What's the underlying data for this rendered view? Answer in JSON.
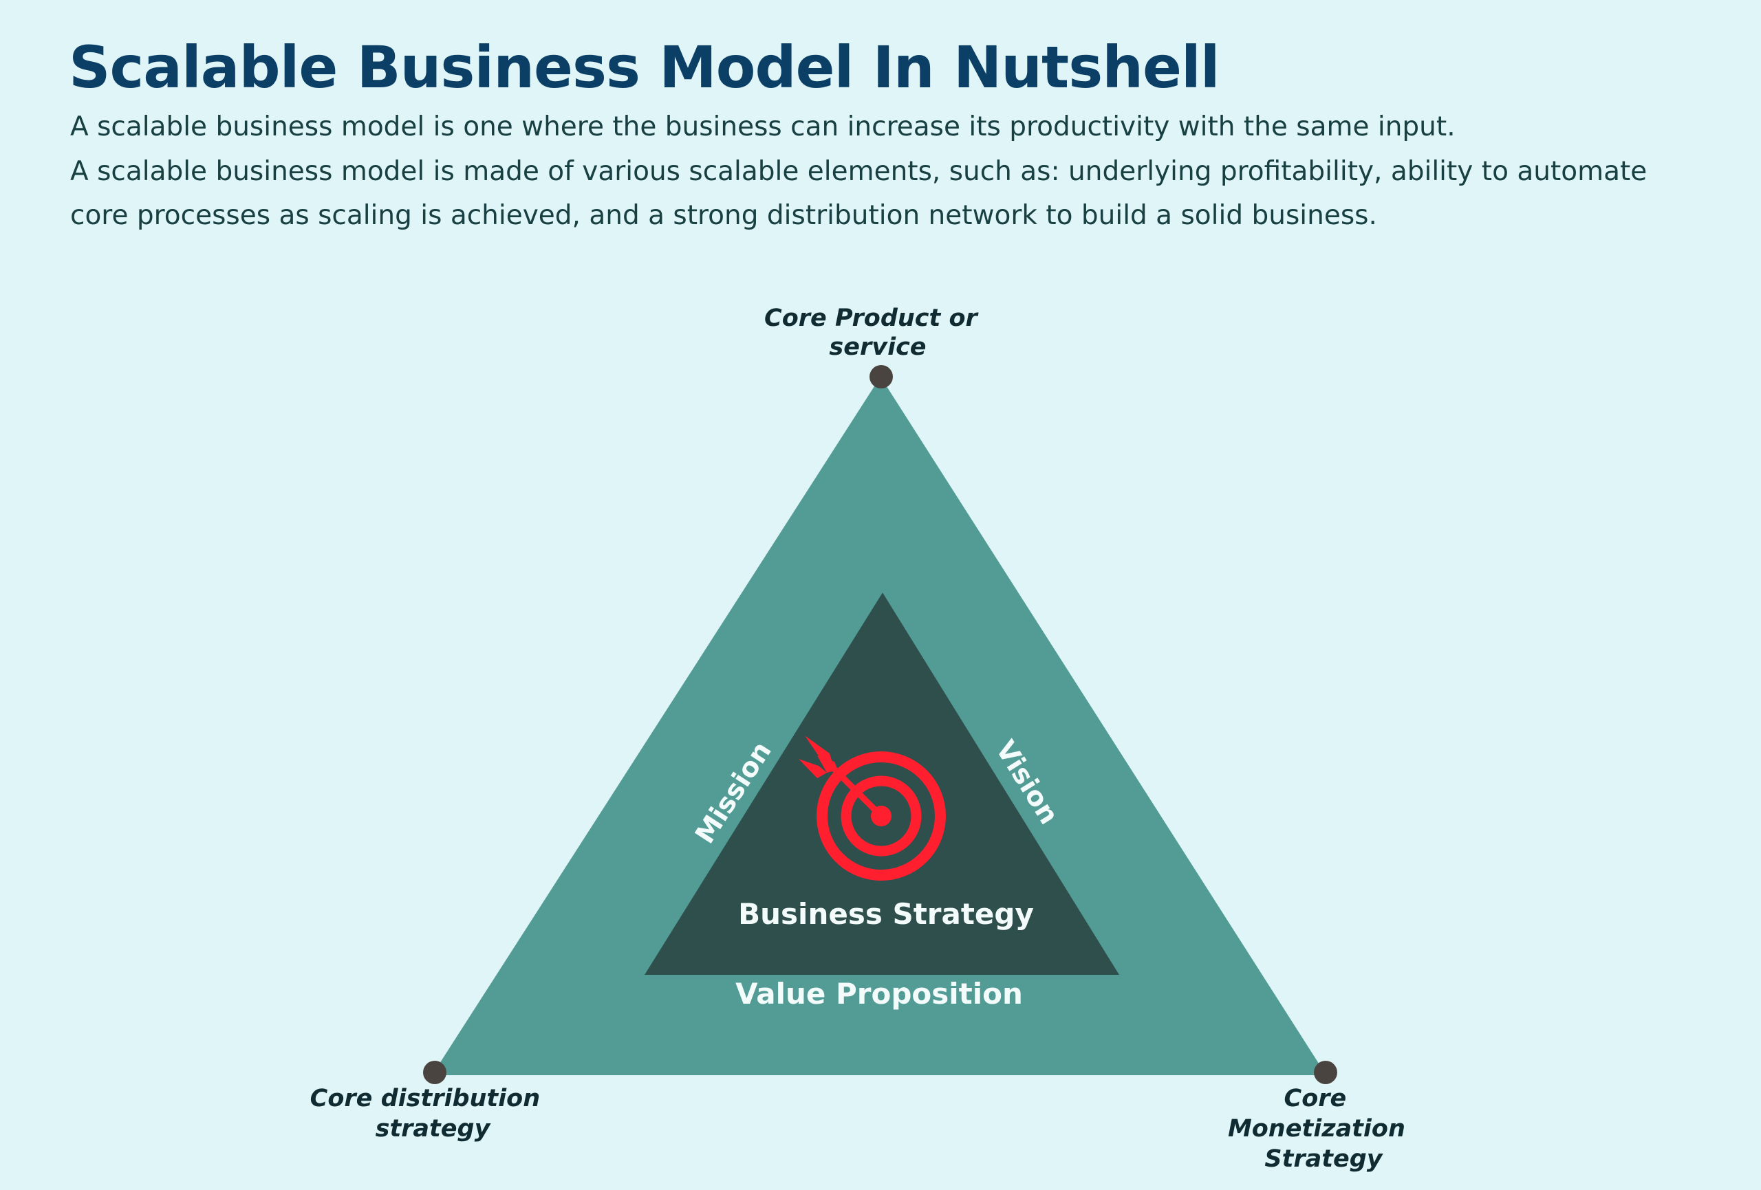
{
  "header": {
    "title": "Scalable Business Model In Nutshell",
    "paragraph_1": "A scalable business model is one where the business can increase its productivity with the same input.",
    "paragraph_2": "A scalable business model is made of various scalable elements, such as: underlying profitability, ability to automate core processes as scaling is achieved, and a strong distribution network to build a solid business."
  },
  "diagram": {
    "vertices": {
      "top": [
        "Core Product or",
        "service"
      ],
      "bottom_left": [
        "Core distribution",
        "strategy"
      ],
      "bottom_right": [
        "Core",
        "Monetization",
        "Strategy"
      ]
    },
    "side_labels": {
      "left": "Mission",
      "right": "Vision"
    },
    "inner_triangle_label": "Business Strategy",
    "outer_band_label": "Value Proposition",
    "icon": "target-dart-icon"
  },
  "colors": {
    "background": "#dff5f7",
    "title": "#0c3f66",
    "body_text": "#183f41",
    "outer_triangle": "#539c95",
    "inner_triangle": "#2f4f4d",
    "target_icon": "#ff1f2f",
    "vertex_dot": "#4a4440"
  }
}
